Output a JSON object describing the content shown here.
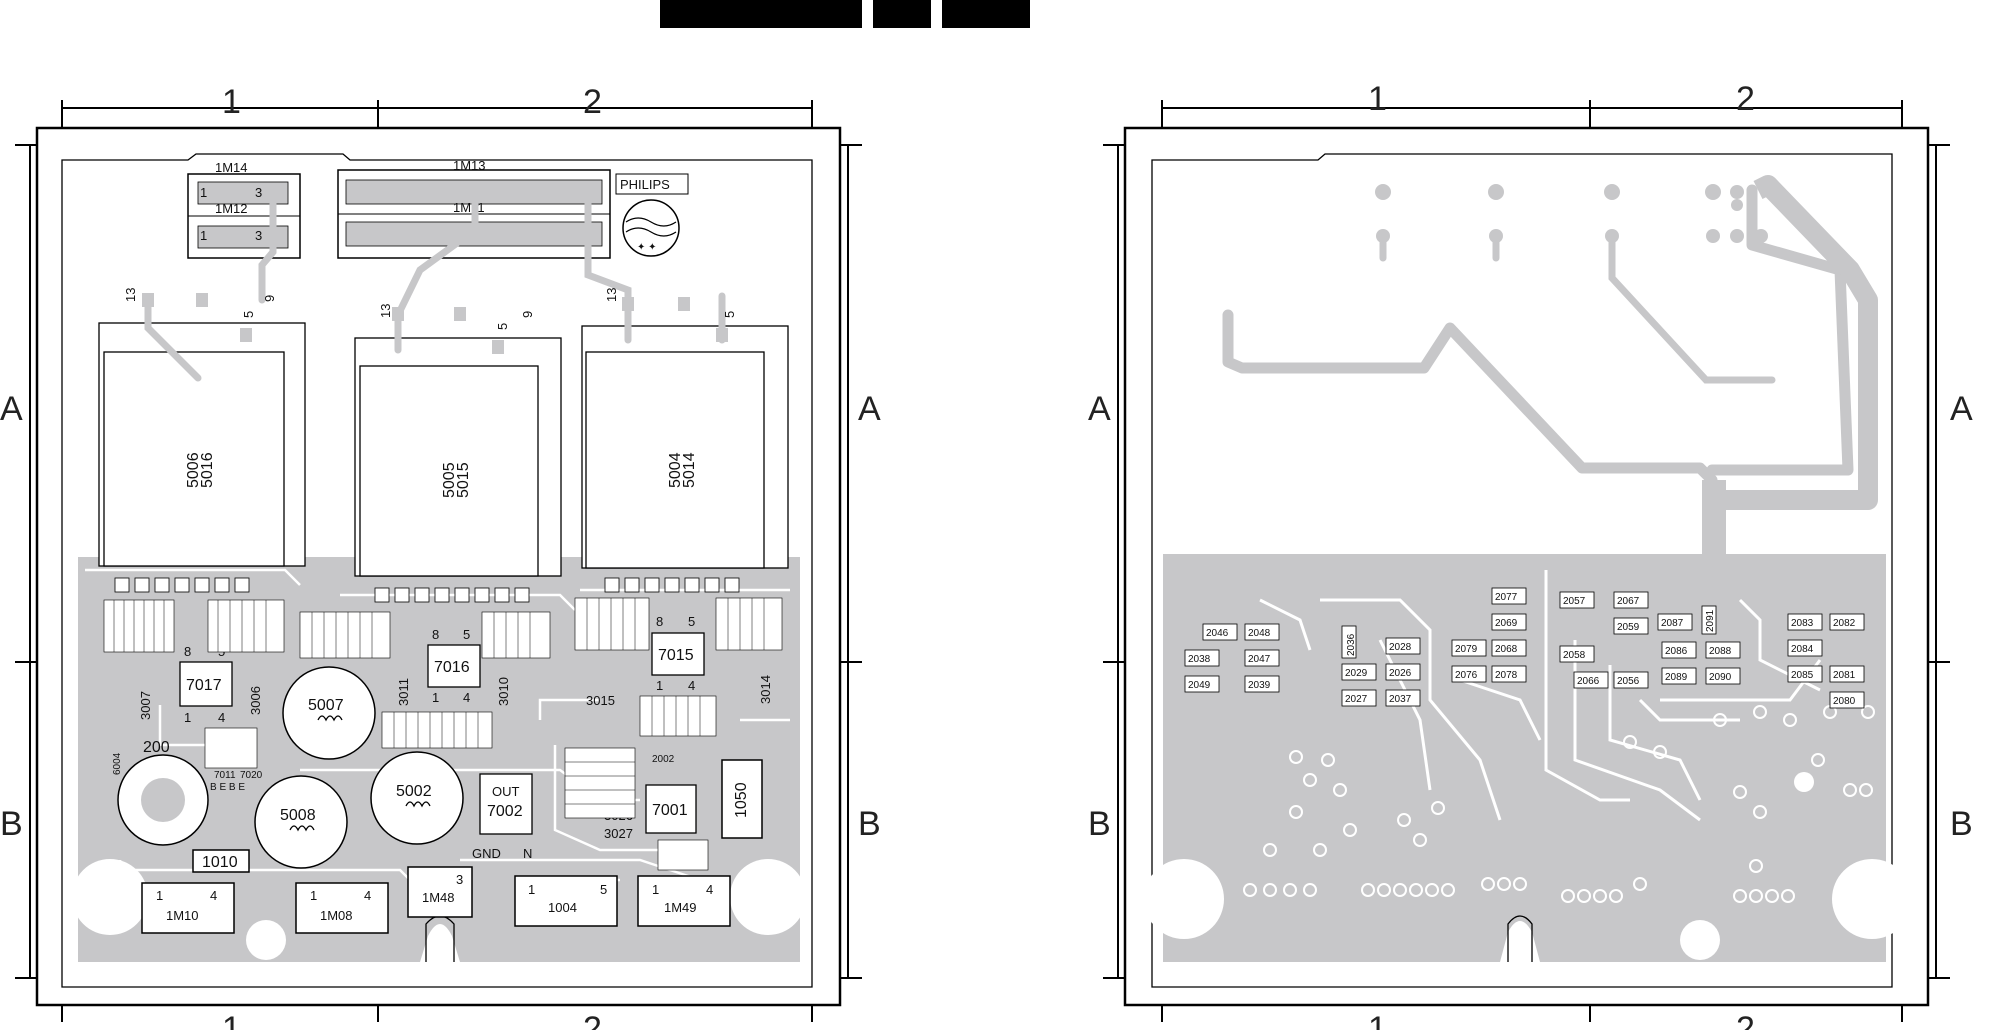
{
  "header": {
    "blocks": [
      "",
      "",
      ""
    ]
  },
  "grid": {
    "col1": "1",
    "col2": "2",
    "rowA": "A",
    "rowB": "B"
  },
  "component_side": {
    "connectors": {
      "m14": "1M14",
      "m12": "1M12",
      "m13": "1M13",
      "m11": "1M11",
      "m10": "1M10",
      "m08": "1M08",
      "m48": "1M48",
      "m49": "1M49",
      "p1004": "1004",
      "p1010": "1010",
      "p1050": "1050"
    },
    "brand": "PHILIPS",
    "transformers": [
      {
        "line1": "5006",
        "line2": "5016"
      },
      {
        "line1": "5005",
        "line2": "5015"
      },
      {
        "line1": "5004",
        "line2": "5014"
      }
    ],
    "ics": {
      "i7017": "7017",
      "i7016": "7016",
      "i7015": "7015",
      "i7001": "7001",
      "i7002": "7002",
      "out": "OUT"
    },
    "coils": {
      "c5007": "5007",
      "c5008": "5008",
      "c5002": "5002"
    },
    "misc": {
      "gnd": "GND",
      "n": "N",
      "n3015": "3015",
      "n3026": "3026",
      "n3027": "3027",
      "n3006": "3006",
      "n3007": "3007",
      "n3011": "3011",
      "n3010": "3010",
      "n3014": "3014",
      "n2002": "2002",
      "n6004": "6004",
      "n200": "200",
      "n7011": "7011",
      "n7020": "7020",
      "bebe": "B E B E"
    },
    "pins": {
      "p1": "1",
      "p3": "3",
      "p4": "4",
      "p5": "5",
      "p8": "8",
      "p9": "9",
      "p13": "13"
    }
  },
  "solder_side": {
    "refs_left": [
      "2046",
      "2048",
      "2038",
      "2047",
      "2049",
      "2039"
    ],
    "refs_mid": [
      "2036",
      "2028",
      "2029",
      "2026",
      "2027",
      "2037"
    ],
    "refs_c1": [
      "2077",
      "2069",
      "2079",
      "2068",
      "2076",
      "2078"
    ],
    "refs_c2": [
      "2057",
      "2067",
      "2059",
      "2058",
      "2066",
      "2056"
    ],
    "refs_c3": [
      "2087",
      "2091",
      "2086",
      "2088",
      "2089",
      "2090"
    ],
    "refs_c4": [
      "2083",
      "2082",
      "2084",
      "2085",
      "2081",
      "2080"
    ]
  }
}
